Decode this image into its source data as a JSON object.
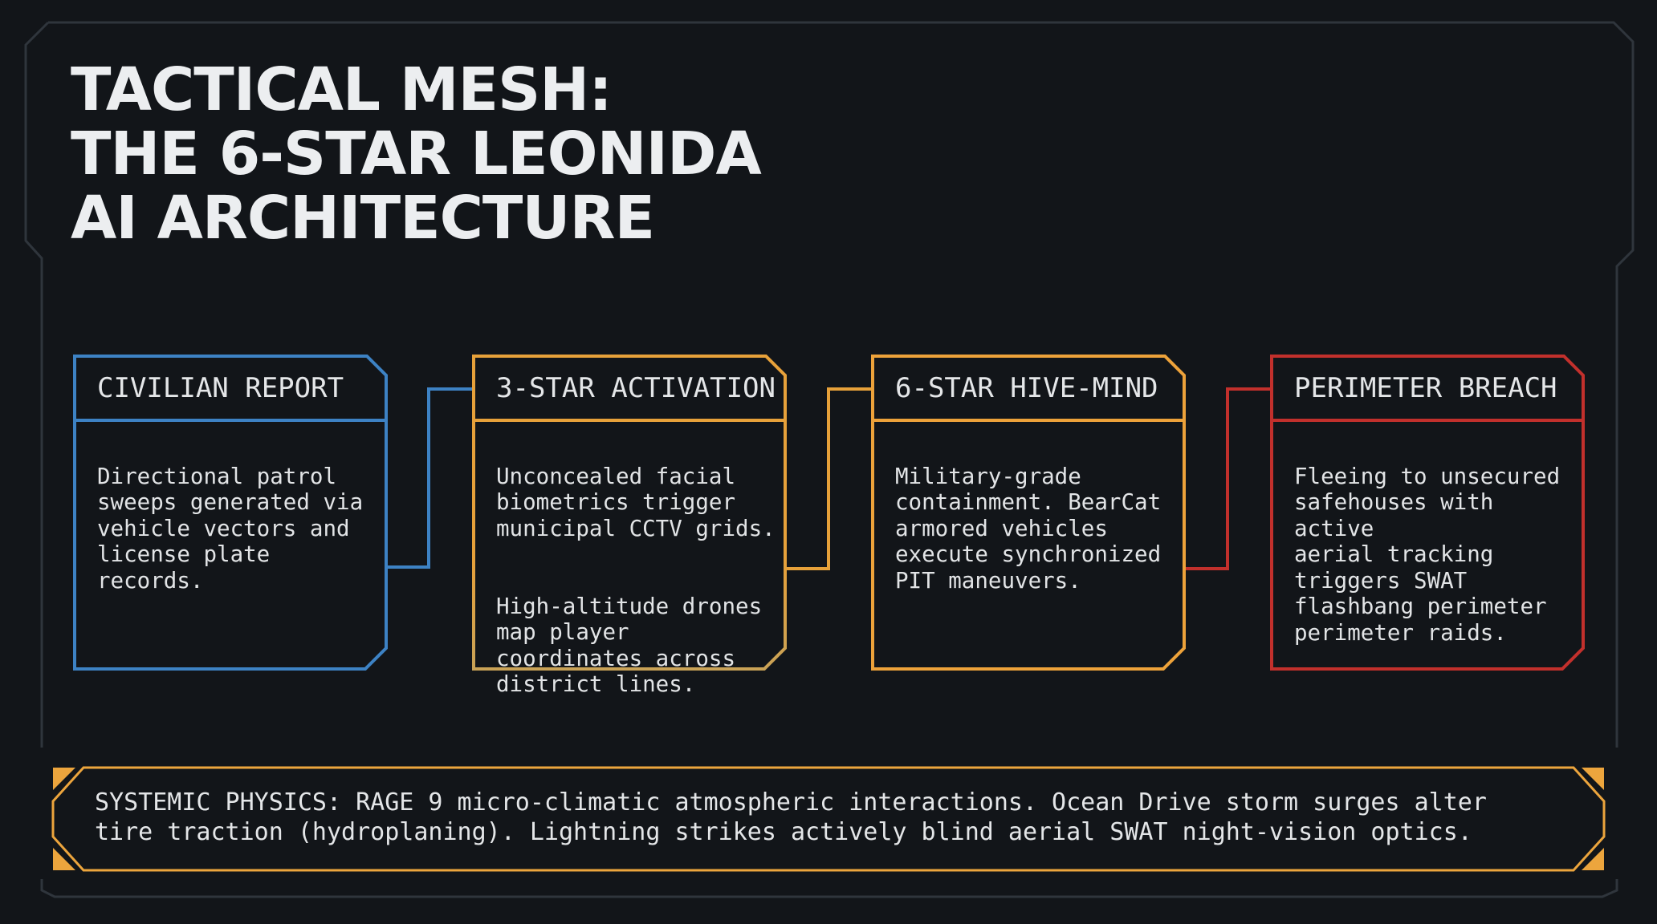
{
  "title": {
    "line1": "TACTICAL MESH:",
    "line2": "THE 6-STAR LEONIDA",
    "line3": "AI ARCHITECTURE"
  },
  "colors": {
    "background": "#121519",
    "frame": "#2f353c",
    "civilian": "#3d82c4",
    "activation": "#e7a13a",
    "hive_mind": "#eda23a",
    "breach": "#c2302c",
    "physics": "#eca53d"
  },
  "stages": [
    {
      "label": "CIVILIAN REPORT",
      "text": [
        "Directional patrol\nsweeps generated via\nvehicle vectors and\nlicense plate\nrecords."
      ]
    },
    {
      "label": "3-STAR ACTIVATION",
      "text": [
        "Unconcealed facial\nbiometrics trigger\nmunicipal CCTV grids.",
        "High-altitude drones\nmap player\ncoordinates across\ndistrict lines."
      ]
    },
    {
      "label": "6-STAR HIVE-MIND",
      "text": [
        "Military-grade\ncontainment. BearCat\narmored vehicles\nexecute synchronized\nPIT maneuvers."
      ]
    },
    {
      "label": "PERIMETER BREACH",
      "text": [
        "Fleeing to unsecured\nsafehouses with active\naerial tracking\ntriggers SWAT\nflashbang perimeter\nperimeter raids."
      ]
    }
  ],
  "physics": {
    "text": "SYSTEMIC PHYSICS: RAGE 9 micro-climatic atmospheric interactions. Ocean Drive storm surges alter\ntire traction (hydroplaning). Lightning strikes actively blind aerial SWAT night-vision optics."
  }
}
